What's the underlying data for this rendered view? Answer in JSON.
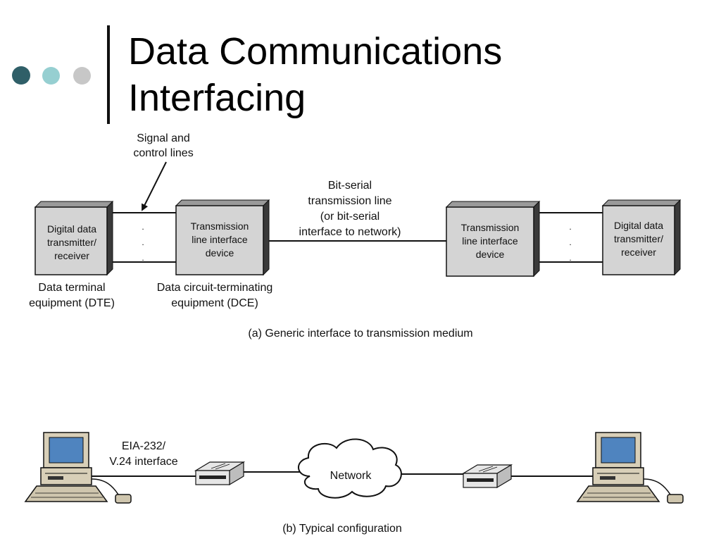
{
  "slide": {
    "title_line1": "Data Communications",
    "title_line2": "Interfacing"
  },
  "diagram_a": {
    "signal_label_line1": "Signal and",
    "signal_label_line2": "control lines",
    "bitserial_line1": "Bit-serial",
    "bitserial_line2": "transmission line",
    "bitserial_line3": "(or bit-serial",
    "bitserial_line4": "interface to network)",
    "dte_box_line1": "Digital data",
    "dte_box_line2": "transmitter/",
    "dte_box_line3": "receiver",
    "dce_box_line1": "Transmission",
    "dce_box_line2": "line interface",
    "dce_box_line3": "device",
    "dte_caption_line1": "Data terminal",
    "dte_caption_line2": "equipment (DTE)",
    "dce_caption_line1": "Data circuit-terminating",
    "dce_caption_line2": "equipment (DCE)",
    "caption": "(a) Generic interface to transmission medium"
  },
  "diagram_b": {
    "interface_label_line1": "EIA-232/",
    "interface_label_line2": "V.24 interface",
    "network_label": "Network",
    "caption": "(b) Typical configuration"
  },
  "colors": {
    "box_face": "#d4d4d4",
    "box_side": "#3a3a3a",
    "screen": "#4f84bf",
    "dot_dark": "#2f5f68",
    "dot_light": "#96cfd1",
    "dot_grey": "#c7c7c7"
  }
}
